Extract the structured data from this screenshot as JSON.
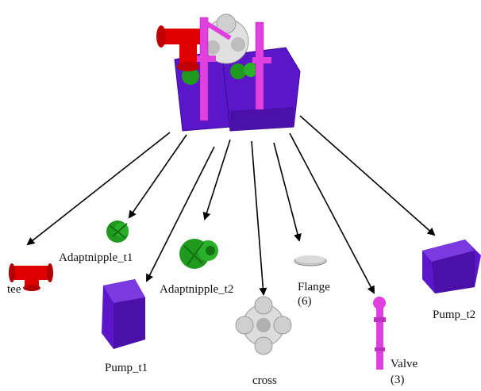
{
  "labels": {
    "tee": "tee",
    "adaptnipple_t1": "Adaptnipple_t1",
    "adaptnipple_t2": "Adaptnipple_t2",
    "pump_t1": "Pump_t1",
    "cross": "cross",
    "flange_name": "Flange",
    "flange_count": "(6)",
    "valve_name": "Valve",
    "valve_count": "(3)",
    "pump_t2": "Pump_t2"
  },
  "colors": {
    "tee": "#e00000",
    "adaptnipple": "#1f9a1f",
    "pump": "#5a16c9",
    "cross": "#cfcfcf",
    "flange": "#c4c4c4",
    "valve": "#e040e0",
    "arrow": "#000000"
  }
}
